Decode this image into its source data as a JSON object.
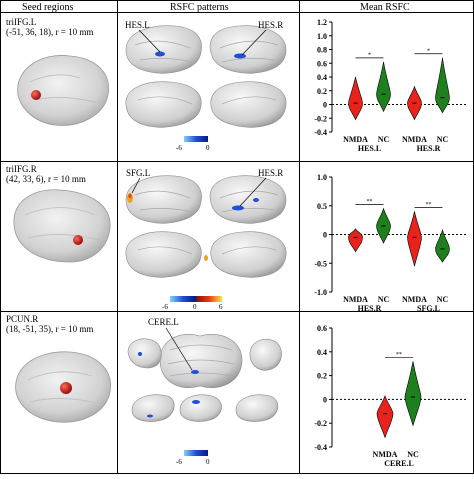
{
  "headers": {
    "seed": "Seed regions",
    "rsfc": "RSFC patterns",
    "mean": "Mean RSFC"
  },
  "rows": [
    {
      "seed_name": "triIFG.L",
      "seed_coords": "(-51, 36, 18), r = 10 mm",
      "brain_labels": [
        "HES.L",
        "HES.R"
      ],
      "colorbar_min": "-6",
      "colorbar_max": "0"
    },
    {
      "seed_name": "triIFG.R",
      "seed_coords": "(42, 33, 6), r = 10 mm",
      "brain_labels": [
        "SFG.L",
        "HES.R"
      ],
      "colorbar_min": "-6",
      "colorbar_mid": "0",
      "colorbar_max": "6"
    },
    {
      "seed_name": "PCUN.R",
      "seed_coords": "(18, -51, 35), r = 10 mm",
      "brain_labels": [
        "CERE.L"
      ],
      "colorbar_min": "-6",
      "colorbar_max": "0"
    }
  ],
  "colors": {
    "nmda": "#e8231c",
    "nc": "#1e7f1e",
    "seed": "#d91c1c",
    "neg": "#1f4fd8",
    "pos": "#f0a020"
  },
  "chart_data": [
    {
      "type": "violin",
      "ylim": [
        -0.4,
        1.2
      ],
      "yticks": [
        "-0.4",
        "-0.2",
        "0",
        "0.2",
        "0.4",
        "0.6",
        "0.8",
        "1.0",
        "1.2"
      ],
      "groups": [
        "NMDA",
        "NC"
      ],
      "regions": [
        "HES.L",
        "HES.R"
      ],
      "medians": {
        "NMDA": [
          0.02,
          0.02
        ],
        "NC": [
          0.15,
          0.1
        ]
      },
      "ranges": {
        "NMDA": [
          [
            -0.22,
            0.4
          ],
          [
            -0.22,
            0.26
          ]
        ],
        "NC": [
          [
            -0.1,
            0.62
          ],
          [
            -0.12,
            0.68
          ]
        ]
      },
      "significance": [
        "*",
        "*"
      ]
    },
    {
      "type": "violin",
      "ylim": [
        -1.0,
        1.0
      ],
      "yticks": [
        "-1.0",
        "-0.5",
        "0",
        "0.5",
        "1.0"
      ],
      "groups": [
        "NMDA",
        "NC"
      ],
      "regions": [
        "HES.R",
        "SFG.L"
      ],
      "medians": {
        "NMDA": [
          -0.05,
          -0.05
        ],
        "NC": [
          0.15,
          -0.25
        ]
      },
      "ranges": {
        "NMDA": [
          [
            -0.3,
            0.1
          ],
          [
            -0.55,
            0.4
          ]
        ],
        "NC": [
          [
            -0.15,
            0.45
          ],
          [
            -0.48,
            0.08
          ]
        ]
      },
      "significance": [
        "**",
        "**"
      ]
    },
    {
      "type": "violin",
      "ylim": [
        -0.4,
        0.6
      ],
      "yticks": [
        "-0.4",
        "-0.2",
        "0",
        "0.2",
        "0.4",
        "0.6"
      ],
      "groups": [
        "NMDA",
        "NC"
      ],
      "regions": [
        "CERE.L"
      ],
      "medians": {
        "NMDA": [
          -0.12
        ],
        "NC": [
          0.02
        ]
      },
      "ranges": {
        "NMDA": [
          [
            -0.32,
            0.03
          ]
        ],
        "NC": [
          [
            -0.22,
            0.32
          ]
        ]
      },
      "significance": [
        "**"
      ]
    }
  ]
}
